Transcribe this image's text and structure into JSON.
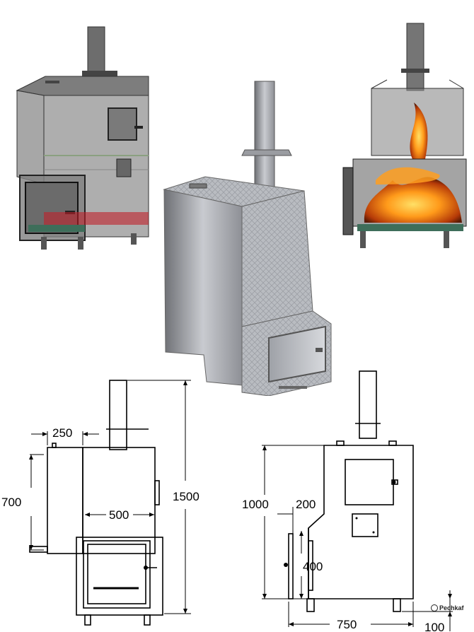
{
  "drawing_left": {
    "dimensions": {
      "chamber_width": "250",
      "side_height": "700",
      "firebox_width": "500",
      "total_height": "1500"
    }
  },
  "drawing_right": {
    "dimensions": {
      "height": "1000",
      "firebox_step": "200",
      "firebox_height": "400",
      "width": "750",
      "leg_height": "100"
    }
  },
  "credit": {
    "text": "Pechkaf"
  }
}
